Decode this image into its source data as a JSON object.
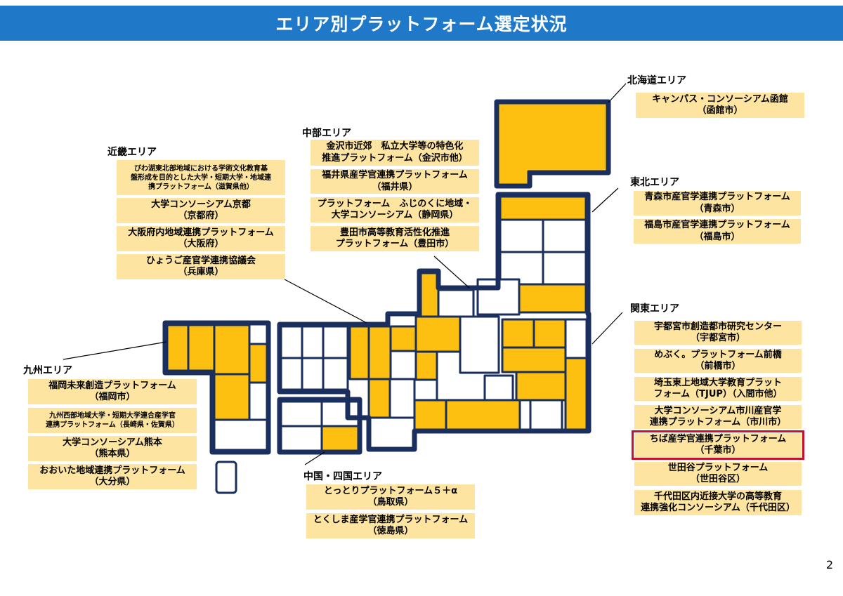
{
  "title": "エリア別プラットフォーム選定状況",
  "page_number": "2",
  "colors": {
    "header": "#1f78c8",
    "selected_fill": "#fdc010",
    "border": "#1a2f5e",
    "box_fill": "#fde4a0",
    "highlight": "#c8102e"
  },
  "regions": {
    "hokkaido": {
      "label": "北海道エリア",
      "items": [
        {
          "line1": "キャンパス・コンソーシアム函館",
          "line2": "（函館市）"
        }
      ]
    },
    "tohoku": {
      "label": "東北エリア",
      "items": [
        {
          "line1": "青森市産官学連携プラットフォーム",
          "line2": "（青森市）"
        },
        {
          "line1": "福島市産官学連携プラットフォーム",
          "line2": "（福島市）"
        }
      ]
    },
    "kanto": {
      "label": "関東エリア",
      "items": [
        {
          "line1": "宇都宮市創造都市研究センター",
          "line2": "（宇都宮市）"
        },
        {
          "line1": "めぶく。プラットフォーム前橋",
          "line2": "（前橋市）"
        },
        {
          "line1": "埼玉東上地域大学教育プラット",
          "line2": "フォーム（TJUP）（入間市他）"
        },
        {
          "line1": "大学コンソーシアム市川産官学",
          "line2": "連携プラットフォーム（市川市）"
        },
        {
          "line1": "ちば産学官連携プラットフォーム",
          "line2": "（千葉市）"
        },
        {
          "line1": "世田谷プラットフォーム",
          "line2": "（世田谷区）"
        },
        {
          "line1": "千代田区内近接大学の高等教育",
          "line2": "連携強化コンソーシアム（千代田区）"
        }
      ]
    },
    "chubu": {
      "label": "中部エリア",
      "items": [
        {
          "line1": "金沢市近郊　私立大学等の特色化",
          "line2": "推進プラットフォーム（金沢市他）"
        },
        {
          "line1": "福井県産学官連携プラットフォーム",
          "line2": "（福井県）"
        },
        {
          "line1": "プラットフォーム　ふじのくに地域・",
          "line2": "大学コンソーシアム（静岡県）"
        },
        {
          "line1": "豊田市高等教育活性化推進",
          "line2": "プラットフォーム（豊田市）"
        }
      ]
    },
    "kinki": {
      "label": "近畿エリア",
      "items": [
        {
          "line1": "びわ湖東北部地域における学術文化教育基",
          "line2": "盤形成を目的とした大学・短期大学・地域連",
          "line3": "携プラットフォーム（滋賀県他）"
        },
        {
          "line1": "大学コンソーシアム京都",
          "line2": "（京都府）"
        },
        {
          "line1": "大阪府内地域連携プラットフォーム",
          "line2": "（大阪府）"
        },
        {
          "line1": "ひょうご産官学連携協議会",
          "line2": "（兵庫県）"
        }
      ]
    },
    "kyushu": {
      "label": "九州エリア",
      "items": [
        {
          "line1": "福岡未来創造プラットフォーム",
          "line2": "（福岡市）"
        },
        {
          "line1": "九州西部地域大学・短期大学連合産学官",
          "line2": "連携プラットフォーム（長崎県・佐賀県）"
        },
        {
          "line1": "大学コンソーシアム熊本",
          "line2": "（熊本県）"
        },
        {
          "line1": "おおいた地域連携プラットフォーム",
          "line2": "（大分県）"
        }
      ]
    },
    "chugoku_shikoku": {
      "label": "中国・四国エリア",
      "items": [
        {
          "line1": "とっとりプラットフォーム５＋α",
          "line2": "（鳥取県）"
        },
        {
          "line1": "とくしま産学官連携プラットフォーム",
          "line2": "（徳島県）"
        }
      ]
    }
  }
}
